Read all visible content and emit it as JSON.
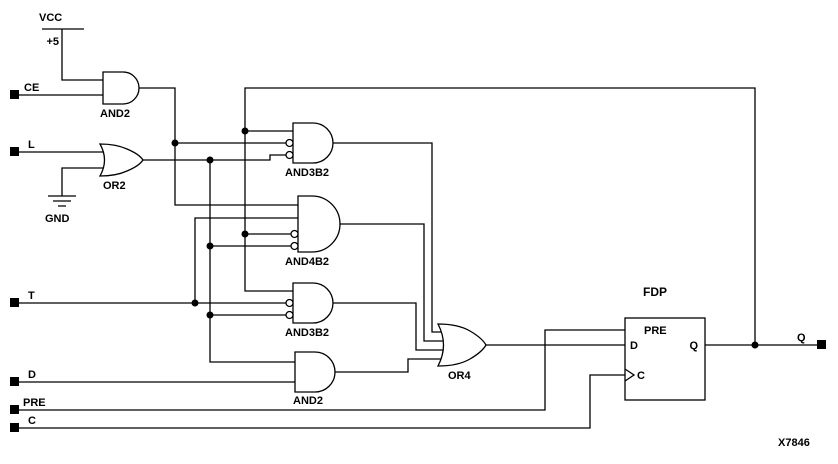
{
  "figure": {
    "part_number": "X7846"
  },
  "power": {
    "vcc": "VCC",
    "vcc_value": "+5",
    "gnd": "GND"
  },
  "nets": {
    "ce": "CE",
    "l": "L",
    "t": "T",
    "d": "D",
    "pre": "PRE",
    "c": "C",
    "q": "Q"
  },
  "gates": {
    "and2_ce": "AND2",
    "or2_l": "OR2",
    "and3b2_a": "AND3B2",
    "and4b2": "AND4B2",
    "and3b2_b": "AND3B2",
    "and2_d": "AND2",
    "or4": "OR4"
  },
  "flipflop": {
    "name": "FDP",
    "pin_d": "D",
    "pin_pre": "PRE",
    "pin_q": "Q",
    "pin_c": "C"
  },
  "colors": {
    "ink": "#000000",
    "paper": "#ffffff"
  }
}
